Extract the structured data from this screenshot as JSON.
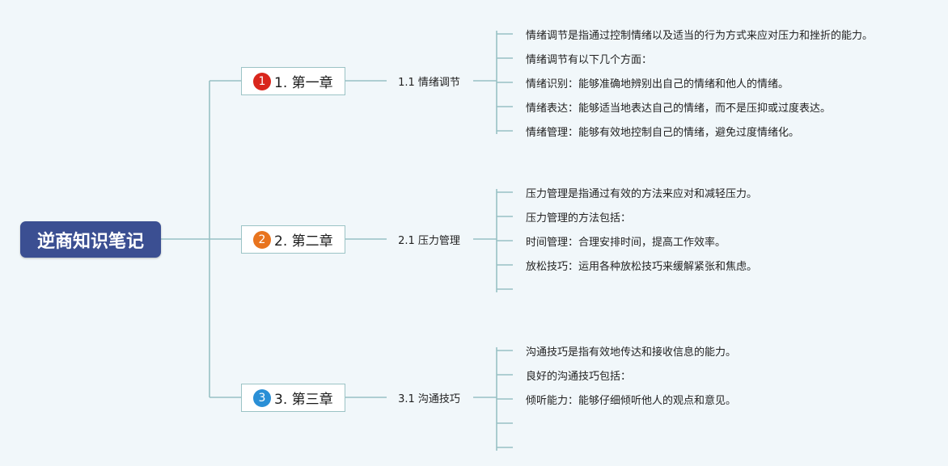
{
  "root": {
    "label": "逆商知识笔记"
  },
  "chapters": [
    {
      "badge": "1",
      "badge_color": "#d9261c",
      "label": "1. 第一章",
      "section": "1.1 情绪调节",
      "items": [
        "情绪调节是指通过控制情绪以及适当的行为方式来应对压力和挫折的能力。",
        "情绪调节有以下几个方面：",
        "情绪识别：能够准确地辨别出自己的情绪和他人的情绪。",
        "情绪表达：能够适当地表达自己的情绪，而不是压抑或过度表达。",
        "情绪管理：能够有效地控制自己的情绪，避免过度情绪化。"
      ]
    },
    {
      "badge": "2",
      "badge_color": "#e8741e",
      "label": "2. 第二章",
      "section": "2.1 压力管理",
      "items": [
        "压力管理是指通过有效的方法来应对和减轻压力。",
        "压力管理的方法包括：",
        "时间管理：合理安排时间，提高工作效率。",
        "放松技巧：运用各种放松技巧来缓解紧张和焦虑。",
        ""
      ]
    },
    {
      "badge": "3",
      "badge_color": "#2a8fd6",
      "label": "3. 第三章",
      "section": "3.1 沟通技巧",
      "items": [
        "沟通技巧是指有效地传达和接收信息的能力。",
        "良好的沟通技巧包括：",
        "倾听能力：能够仔细倾听他人的观点和意见。",
        "",
        ""
      ]
    }
  ],
  "colors": {
    "line": "#98c1c4",
    "root_bg": "#3b4f92",
    "background": "#f1f7fa"
  }
}
